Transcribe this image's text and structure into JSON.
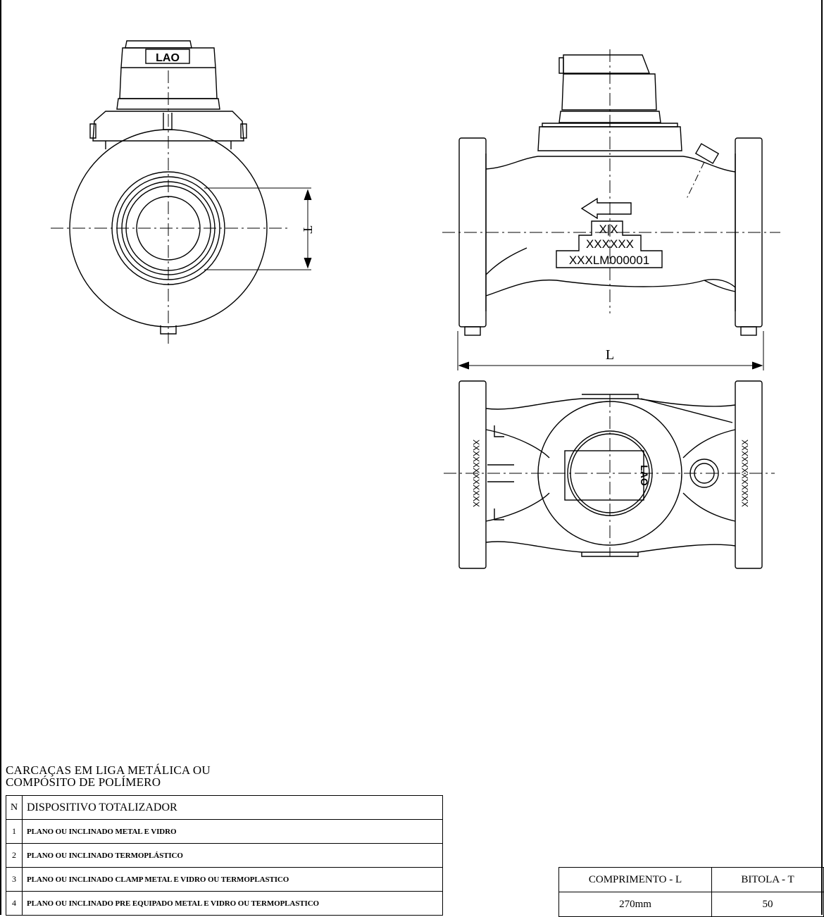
{
  "drawing": {
    "dimension_labels": {
      "thread_gauge": "T",
      "length": "L"
    },
    "meter_markings": {
      "brand_text": "LAO",
      "label_row1": "X|X",
      "label_row2": "XXXXXX",
      "label_row3": "XXXLM000001",
      "flange_left_mark": "XXXXXXXXXXXX",
      "flange_right_mark": "XXXXXXXXXXXX"
    }
  },
  "caption": {
    "line1": "CARCAÇAS EM LIGA METÁLICA OU",
    "line2": "COMPÓSITO DE POLÍMERO"
  },
  "options_table": {
    "headers": [
      "N",
      "DISPOSITIVO TOTALIZADOR"
    ],
    "rows": [
      {
        "n": "1",
        "description": "PLANO OU INCLINADO METAL E VIDRO"
      },
      {
        "n": "2",
        "description": "PLANO OU INCLINADO TERMOPLÁSTICO"
      },
      {
        "n": "3",
        "description": "PLANO OU INCLINADO CLAMP METAL E VIDRO OU TERMOPLASTICO"
      },
      {
        "n": "4",
        "description": "PLANO OU INCLINADO PRE EQUIPADO METAL E VIDRO OU TERMOPLASTICO"
      }
    ]
  },
  "dimensions_table": {
    "headers": [
      "COMPRIMENTO - L",
      "BITOLA - T"
    ],
    "values": [
      "270mm",
      "50"
    ]
  }
}
